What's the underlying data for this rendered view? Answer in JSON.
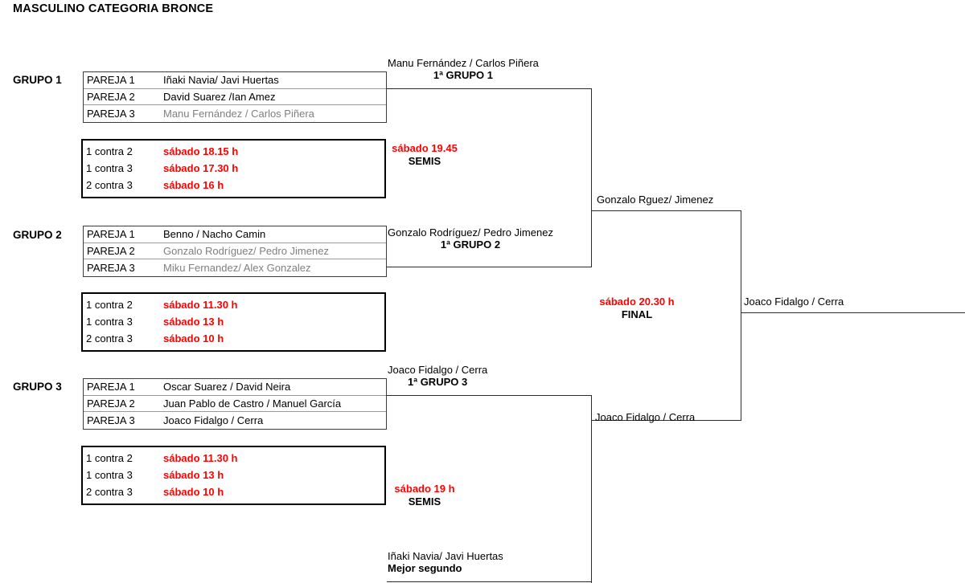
{
  "title": "MASCULINO CATEGORIA BRONCE",
  "colors": {
    "accent_red": "#FF0000",
    "text_black": "#000000",
    "text_muted": "#7F7F7F",
    "line": "#2B2B2B"
  },
  "groups": [
    {
      "label": "GRUPO  1",
      "pairs": [
        {
          "key": "PAREJA 1",
          "value": "Iñaki Navia/ Javi Huertas",
          "muted": false
        },
        {
          "key": "PAREJA 2",
          "value": "David Suarez /Ian Amez",
          "muted": false
        },
        {
          "key": "PAREJA 3",
          "value": "Manu Fernández / Carlos Piñera",
          "muted": true
        }
      ],
      "schedule": [
        {
          "key": "1 contra 2",
          "value": "sábado 18.15 h"
        },
        {
          "key": "1 contra 3",
          "value": "sábado 17.30 h"
        },
        {
          "key": "2 contra 3",
          "value": "sábado 16 h"
        }
      ],
      "qualifier_name": "Manu Fernández / Carlos Piñera",
      "qualifier_sub": "1ª GRUPO 1"
    },
    {
      "label": "GRUPO 2",
      "pairs": [
        {
          "key": "PAREJA 1",
          "value": "Benno / Nacho Camin",
          "muted": false
        },
        {
          "key": "PAREJA 2",
          "value": "Gonzalo Rodríguez/ Pedro Jimenez",
          "muted": true
        },
        {
          "key": "PAREJA 3",
          "value": "Miku Fernandez/ Alex Gonzalez",
          "muted": true
        }
      ],
      "schedule": [
        {
          "key": "1 contra 2",
          "value": "sábado 11.30 h"
        },
        {
          "key": "1 contra 3",
          "value": "sábado 13 h"
        },
        {
          "key": "2 contra 3",
          "value": "sábado 10 h"
        }
      ],
      "qualifier_name": "Gonzalo Rodríguez/ Pedro Jimenez",
      "qualifier_sub": "1ª GRUPO 2"
    },
    {
      "label": "GRUPO 3",
      "pairs": [
        {
          "key": "PAREJA 1",
          "value": "Oscar Suarez / David Neira",
          "muted": false
        },
        {
          "key": "PAREJA 2",
          "value": "Juan Pablo de Castro / Manuel García",
          "muted": false
        },
        {
          "key": "PAREJA 3",
          "value": "Joaco Fidalgo / Cerra",
          "muted": false
        }
      ],
      "schedule": [
        {
          "key": "1 contra 2",
          "value": "sábado 11.30 h"
        },
        {
          "key": "1 contra 3",
          "value": "sábado 13 h"
        },
        {
          "key": "2 contra 3",
          "value": "sábado 10 h"
        }
      ],
      "qualifier_name": "Joaco Fidalgo / Cerra",
      "qualifier_sub": "1ª GRUPO 3"
    }
  ],
  "wildcard": {
    "name": "Iñaki Navia/ Javi Huertas",
    "sub": "Mejor segundo"
  },
  "rounds": {
    "semi_top": {
      "time": "sábado 19.45",
      "name": "SEMIS"
    },
    "semi_bottom": {
      "time": "sábado 19 h",
      "name": "SEMIS"
    },
    "final": {
      "time": "sábado 20.30 h",
      "name": "FINAL"
    }
  },
  "winners": {
    "semi_top_winner": "Gonzalo Rguez/ Jimenez",
    "semi_bottom_winner": "Joaco Fidalgo / Cerra",
    "champion": "Joaco Fidalgo / Cerra"
  }
}
